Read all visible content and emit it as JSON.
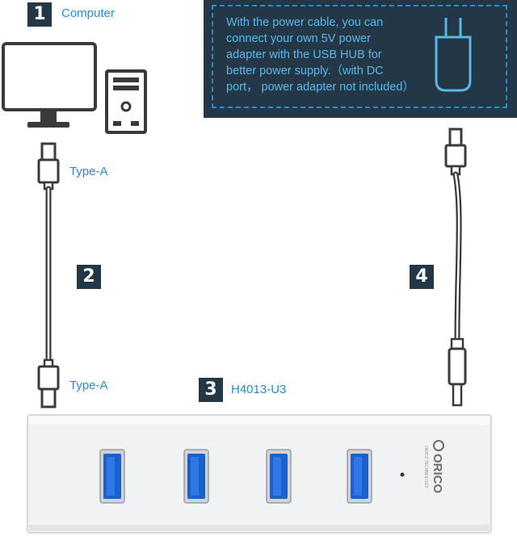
{
  "steps": {
    "step1": {
      "number": "1",
      "label": "Computer"
    },
    "step2": {
      "number": "2"
    },
    "step3": {
      "number": "3",
      "label": "H4013-U3"
    },
    "step4": {
      "number": "4"
    }
  },
  "cable_labels": {
    "top_end": "Type-A",
    "bottom_end": "Type-A"
  },
  "power_note": {
    "lines": [
      "With the power cable, you can",
      "connect your own 5V power",
      "adapter with the USB HUB for",
      "better power supply.（with DC",
      "port，  power adapter not included）"
    ]
  },
  "hub": {
    "brand": "ORICO",
    "tagline": "ORICO TECHNOLOGY",
    "port_count": 4
  },
  "colors": {
    "badge_bg": "#243746",
    "accent_blue": "#2a8cc7",
    "note_text": "#5ab8e8",
    "usb_port_blue": "#1f5fc8"
  },
  "icons": [
    "monitor-icon",
    "pc-tower-icon",
    "power-plug-icon",
    "usb-a-connector-icon",
    "dc-jack-icon"
  ]
}
